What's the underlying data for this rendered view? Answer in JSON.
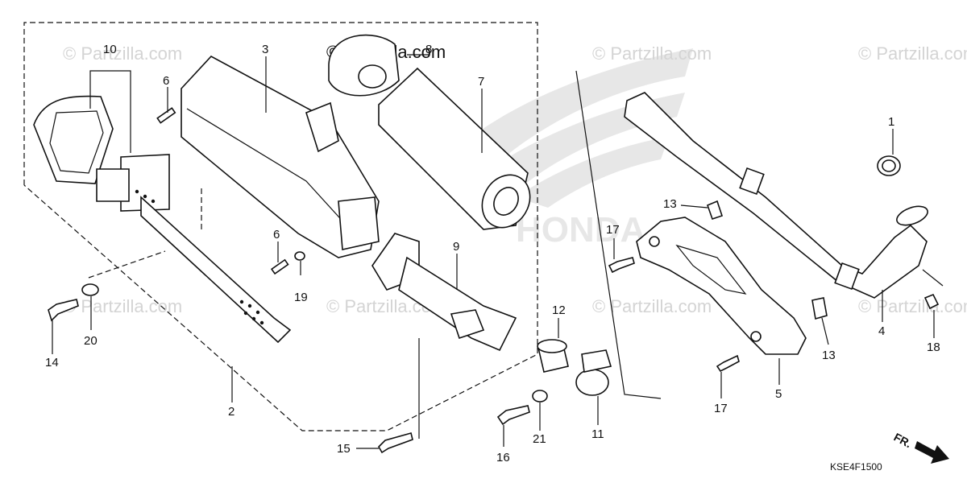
{
  "watermark": {
    "text": "© Partzilla.com",
    "brand_text": "© Partzilla.com"
  },
  "diagram": {
    "code": "KSE4F1500",
    "front_arrow": "FR.",
    "callouts": [
      "1",
      "2",
      "3",
      "4",
      "5",
      "6",
      "6",
      "7",
      "8",
      "9",
      "10",
      "11",
      "12",
      "13",
      "13",
      "14",
      "15",
      "16",
      "17",
      "17",
      "18",
      "19",
      "20",
      "21"
    ]
  },
  "colors": {
    "line": "#111111",
    "watermark": "#d4d4d4",
    "background": "#ffffff"
  }
}
